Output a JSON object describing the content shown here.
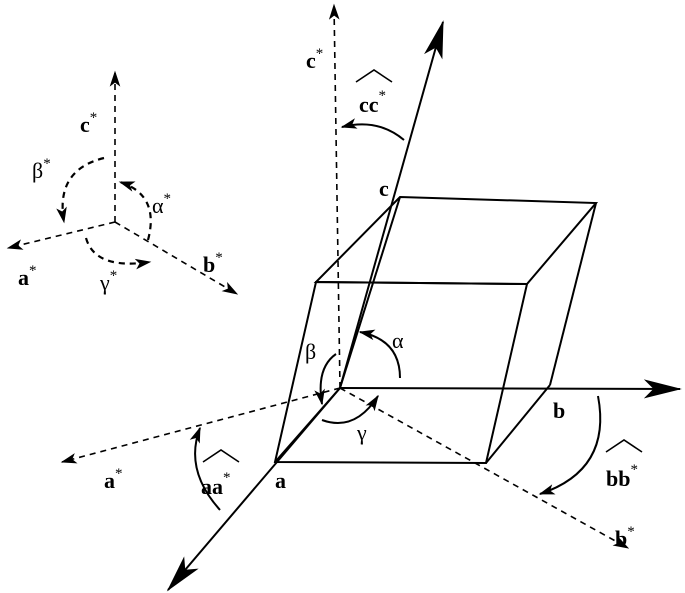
{
  "labels": {
    "a": "a",
    "b": "b",
    "c": "c",
    "a_star": "a",
    "b_star": "b",
    "c_star": "c",
    "star": "*",
    "alpha": "α",
    "beta": "β",
    "gamma": "γ",
    "aa": "aa",
    "bb": "bb",
    "cc": "cc"
  },
  "inset_labels": {
    "a_star": "a",
    "b_star": "b",
    "c_star": "c",
    "star": "*",
    "alpha": "α",
    "beta": "β",
    "gamma": "γ"
  }
}
